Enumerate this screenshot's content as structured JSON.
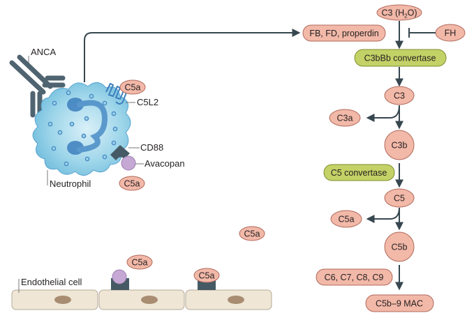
{
  "colors": {
    "pink_fill": "#f2b8a8",
    "pink_stroke": "#b06a5c",
    "green_fill": "#c3d266",
    "green_stroke": "#7f8c2c",
    "arrow": "#37474f",
    "cell_fill": "#8fd0e8",
    "cell_dot": "#5aa4cf",
    "nucleus": "#3d7fbe",
    "antibody": "#4f6470",
    "endo_fill": "#efe6d6",
    "endo_stroke": "#b5ab98",
    "endo_nucleus": "#a88d72",
    "avacopan": "#c5a8d4",
    "receptor": "#455a64"
  },
  "labels": {
    "anca": "ANCA",
    "c5l2": "C5L2",
    "cd88": "CD88",
    "avacopan": "Avacopan",
    "neutrophil": "Neutrophil",
    "endothelial_cell": "Endothelial cell"
  },
  "cascade": {
    "c3h2o": "C3 (H",
    "c3h2o_sub": "2",
    "c3h2o_end": "O)",
    "fb_fd_properdin": "FB, FD, properdin",
    "fh": "FH",
    "c3bbb_convertase": "C3bBb convertase",
    "c3": "C3",
    "c3a": "C3a",
    "c3b": "C3b",
    "c5_convertase": "C5 convertase",
    "c5": "C5",
    "c5a": "C5a",
    "c5b": "C5b",
    "c6_c9": "C6, C7, C8, C9",
    "mac": "C5b–9 MAC"
  },
  "free_c5a": {
    "on_c5l2": "C5a",
    "near_neutrophil": "C5a",
    "floating": "C5a",
    "above_endothelium": "C5a",
    "bound_endothelium": "C5a"
  }
}
